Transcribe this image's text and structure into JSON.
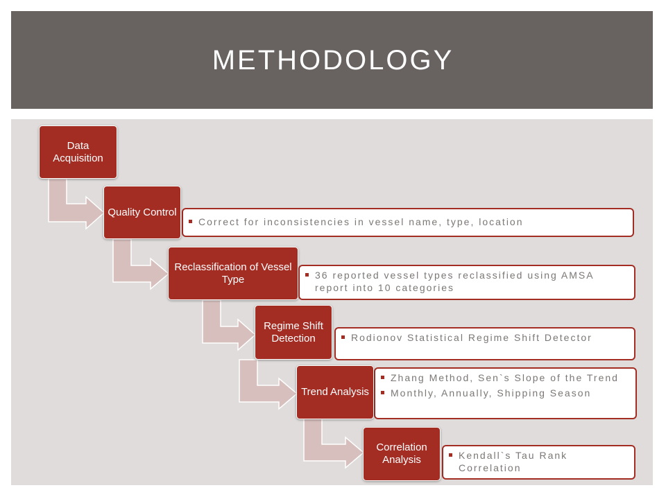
{
  "title": "METHODOLOGY",
  "colors": {
    "header_bg": "#686361",
    "content_bg": "#dfdcdb",
    "step_fill": "#a32c23",
    "arrow_fill": "#d7bfbd",
    "detail_border": "#a32c23",
    "detail_text": "#7b7775"
  },
  "steps": [
    {
      "label": "Data Acquisition",
      "details": []
    },
    {
      "label": "Quality Control",
      "details": [
        "Correct for inconsistencies in vessel name, type, location"
      ]
    },
    {
      "label": "Reclassification of Vessel Type",
      "details": [
        "36 reported vessel types reclassified using AMSA report into 10 categories"
      ]
    },
    {
      "label": "Regime Shift Detection",
      "details": [
        "Rodionov Statistical Regime Shift Detector"
      ]
    },
    {
      "label": "Trend Analysis",
      "details": [
        "Zhang Method, Sen`s Slope of the Trend",
        "Monthly, Annually, Shipping Season"
      ]
    },
    {
      "label": "Correlation Analysis",
      "details": [
        "Kendall`s Tau Rank Correlation"
      ]
    }
  ]
}
